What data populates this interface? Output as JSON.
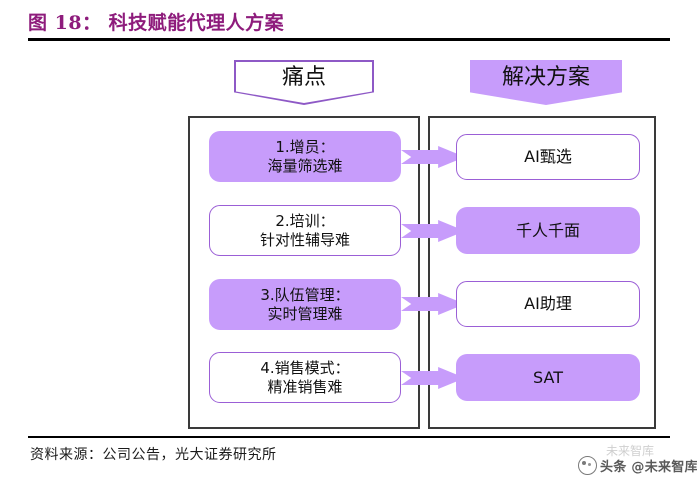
{
  "figure": {
    "title": "图 18： 科技赋能代理人方案",
    "title_color": "#8E1C7C",
    "source": "资料来源：公司公告，光大证券研究所"
  },
  "colors": {
    "fill_purple": "#C79CFB",
    "border_purple": "#9B5FD6",
    "banner_border": "#8E59C6",
    "container_border": "#3A3A3A",
    "title_purple": "#8E1C7C"
  },
  "headers": {
    "left": {
      "label": "痛点",
      "style": "outlined"
    },
    "right": {
      "label": "解决方案",
      "style": "filled"
    }
  },
  "pain_points": [
    {
      "line1": "1.增员：",
      "line2": "海量筛选难",
      "style": "filled"
    },
    {
      "line1": "2.培训：",
      "line2": "针对性辅导难",
      "style": "outlined"
    },
    {
      "line1": "3.队伍管理：",
      "line2": "实时管理难",
      "style": "filled"
    },
    {
      "line1": "4.销售模式：",
      "line2": "精准销售难",
      "style": "outlined"
    }
  ],
  "solutions": [
    {
      "label": "AI甄选",
      "style": "outlined"
    },
    {
      "label": "千人千面",
      "style": "filled"
    },
    {
      "label": "AI助理",
      "style": "outlined"
    },
    {
      "label": "SAT",
      "style": "filled"
    }
  ],
  "arrows": [
    {
      "name": "arrow-1",
      "from": "1.增员：海量筛选难",
      "to": "AI甄选"
    },
    {
      "name": "arrow-2",
      "from": "2.培训：针对性辅导难",
      "to": "千人千面"
    },
    {
      "name": "arrow-3",
      "from": "3.队伍管理：实时管理难",
      "to": "AI助理"
    },
    {
      "name": "arrow-4",
      "from": "4.销售模式：精准销售难",
      "to": "SAT"
    }
  ],
  "watermark": {
    "text": "头条 @未来智库",
    "ghost_text": "未来智库"
  }
}
